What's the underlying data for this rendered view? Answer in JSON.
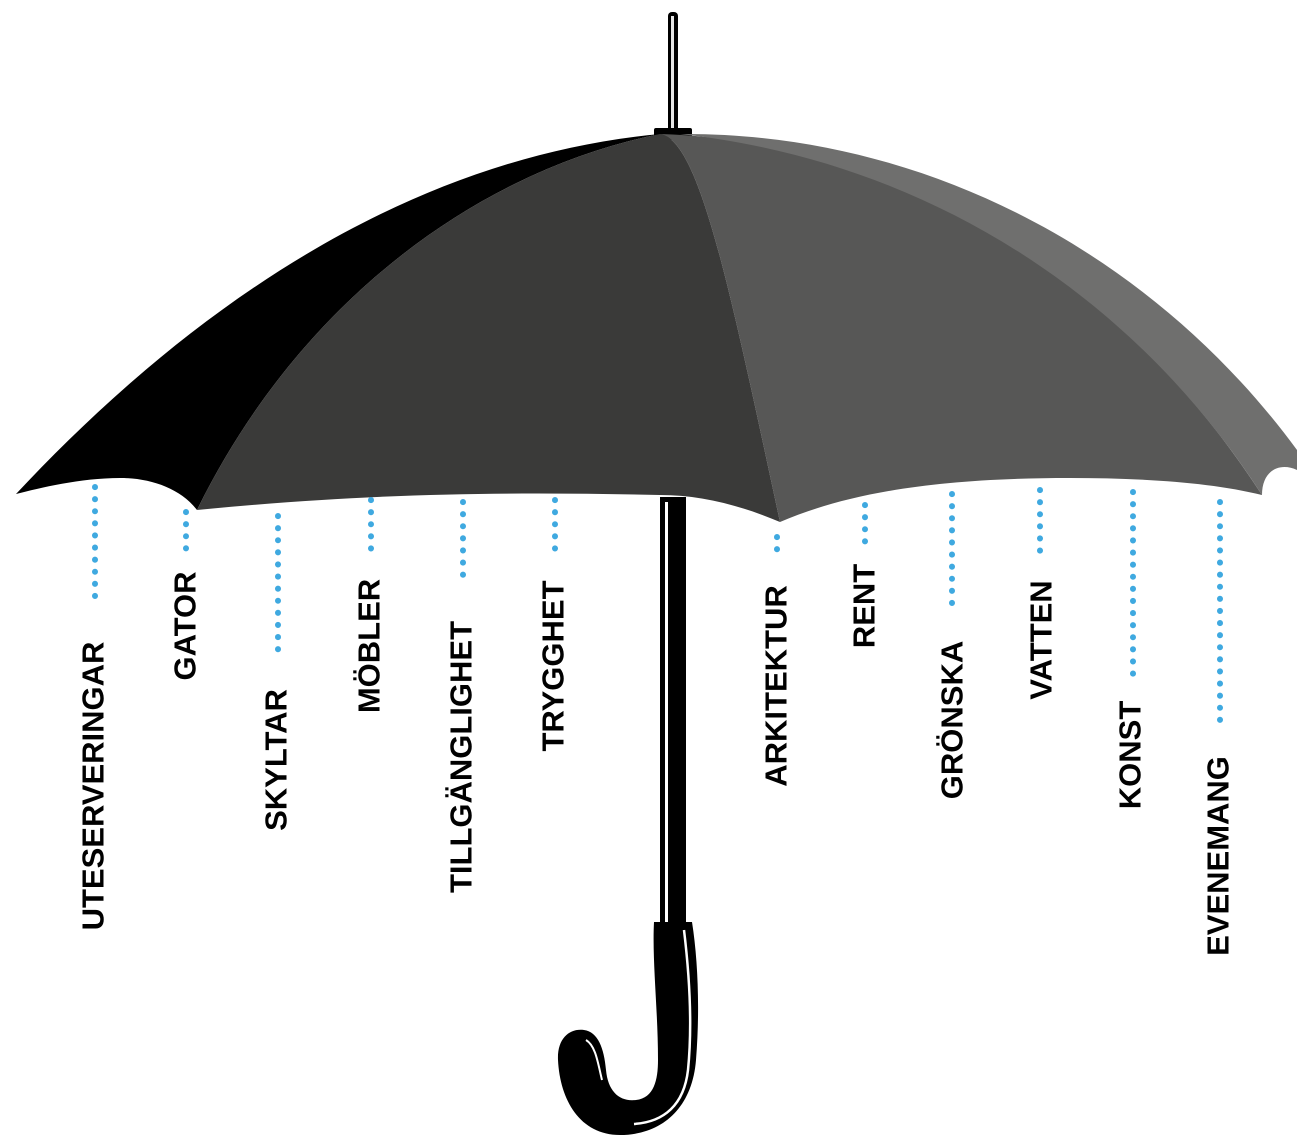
{
  "colors": {
    "canopy_dark": "#000000",
    "canopy_mid": "#3a3a39",
    "canopy_light": "#575756",
    "canopy_lightest": "#6f6f6e",
    "handle": "#000000",
    "raindrop": "#3fa9e0"
  },
  "labels": [
    {
      "id": "uteserveringar",
      "text": "UTESERVERINGAR"
    },
    {
      "id": "gator",
      "text": "GATOR"
    },
    {
      "id": "skyltar",
      "text": "SKYLTAR"
    },
    {
      "id": "mobler",
      "text": "MÖBLER"
    },
    {
      "id": "tillganglighet",
      "text": "TILLGÄNGLIGHET"
    },
    {
      "id": "trygghet",
      "text": "TRYGGHET"
    },
    {
      "id": "arkitektur",
      "text": "ARKITEKTUR"
    },
    {
      "id": "rent",
      "text": "RENT"
    },
    {
      "id": "gronska",
      "text": "GRÖNSKA"
    },
    {
      "id": "vatten",
      "text": "VATTEN"
    },
    {
      "id": "konst",
      "text": "KONST"
    },
    {
      "id": "evenemang",
      "text": "EVENEMANG"
    }
  ]
}
